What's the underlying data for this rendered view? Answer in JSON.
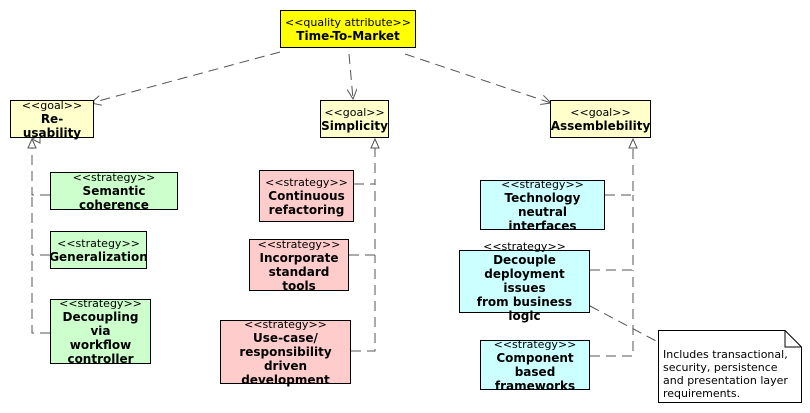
{
  "quality_attribute": {
    "stereotype": "<<quality attribute>>",
    "name": "Time-To-Market"
  },
  "goals": {
    "reusability": {
      "stereotype": "<<goal>>",
      "name": "Re-usability"
    },
    "simplicity": {
      "stereotype": "<<goal>>",
      "name": "Simplicity"
    },
    "assemblebility": {
      "stereotype": "<<goal>>",
      "name": "Assemblebility"
    }
  },
  "strategies": {
    "semantic_coherence": {
      "stereotype": "<<strategy>>",
      "name": "Semantic coherence"
    },
    "generalization": {
      "stereotype": "<<strategy>>",
      "name": "Generalization"
    },
    "decoupling_workflow": {
      "stereotype": "<<strategy>>",
      "lines": [
        "Decoupling via",
        "workflow",
        "controller"
      ]
    },
    "continuous_refactoring": {
      "stereotype": "<<strategy>>",
      "lines": [
        "Continuous",
        "refactoring"
      ]
    },
    "incorporate_tools": {
      "stereotype": "<<strategy>>",
      "lines": [
        "Incorporate",
        "standard tools"
      ]
    },
    "use_case_driven": {
      "stereotype": "<<strategy>>",
      "lines": [
        "Use-case/",
        "responsibility",
        "driven development"
      ]
    },
    "technology_neutral": {
      "stereotype": "<<strategy>>",
      "lines": [
        "Technology neutral",
        "interfaces"
      ]
    },
    "decouple_deployment": {
      "stereotype": "<<strategy>>",
      "lines": [
        "Decouple",
        "deployment issues",
        "from business logic"
      ]
    },
    "component_frameworks": {
      "stereotype": "<<strategy>>",
      "lines": [
        "Component based",
        "frameworks"
      ]
    }
  },
  "note": {
    "lines": [
      "Includes transactional,",
      "security, persistence",
      "and presentation layer",
      "requirements."
    ]
  },
  "colors": {
    "quality_attribute": "#ffff00",
    "goal": "#ffffcc",
    "strategy_reuse": "#ccffcc",
    "strategy_simplicity": "#ffcccc",
    "strategy_assembly": "#ccffff",
    "line": "#555555"
  }
}
